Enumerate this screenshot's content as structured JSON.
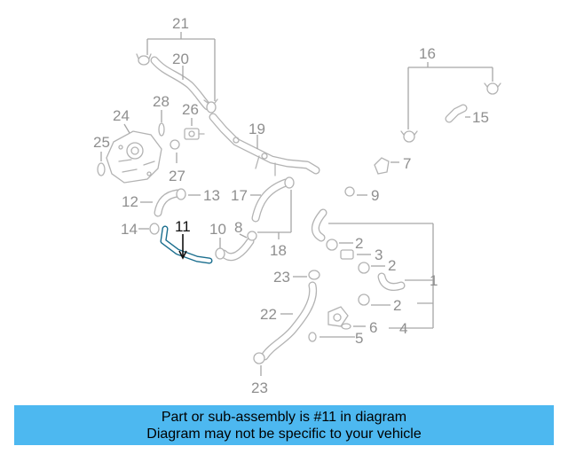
{
  "callouts": {
    "n1": "1",
    "n2": "2",
    "n3": "3",
    "n4": "4",
    "n5": "5",
    "n6": "6",
    "n7": "7",
    "n8": "8",
    "n9": "9",
    "n10": "10",
    "n11": "11",
    "n12": "12",
    "n13": "13",
    "n14": "14",
    "n15": "15",
    "n16": "16",
    "n17": "17",
    "n18": "18",
    "n19": "19",
    "n20": "20",
    "n21": "21",
    "n22": "22",
    "n23": "23",
    "n24": "24",
    "n25": "25",
    "n26": "26",
    "n27": "27",
    "n28": "28"
  },
  "highlighted_part": "11",
  "colors": {
    "highlight": "#1a6e8e",
    "banner": "#4db8f0",
    "diagram_gray": "#8f8f8f"
  },
  "banner": {
    "line1": "Part or sub-assembly is #11 in diagram",
    "line2": "Diagram may not be specific to your vehicle"
  }
}
